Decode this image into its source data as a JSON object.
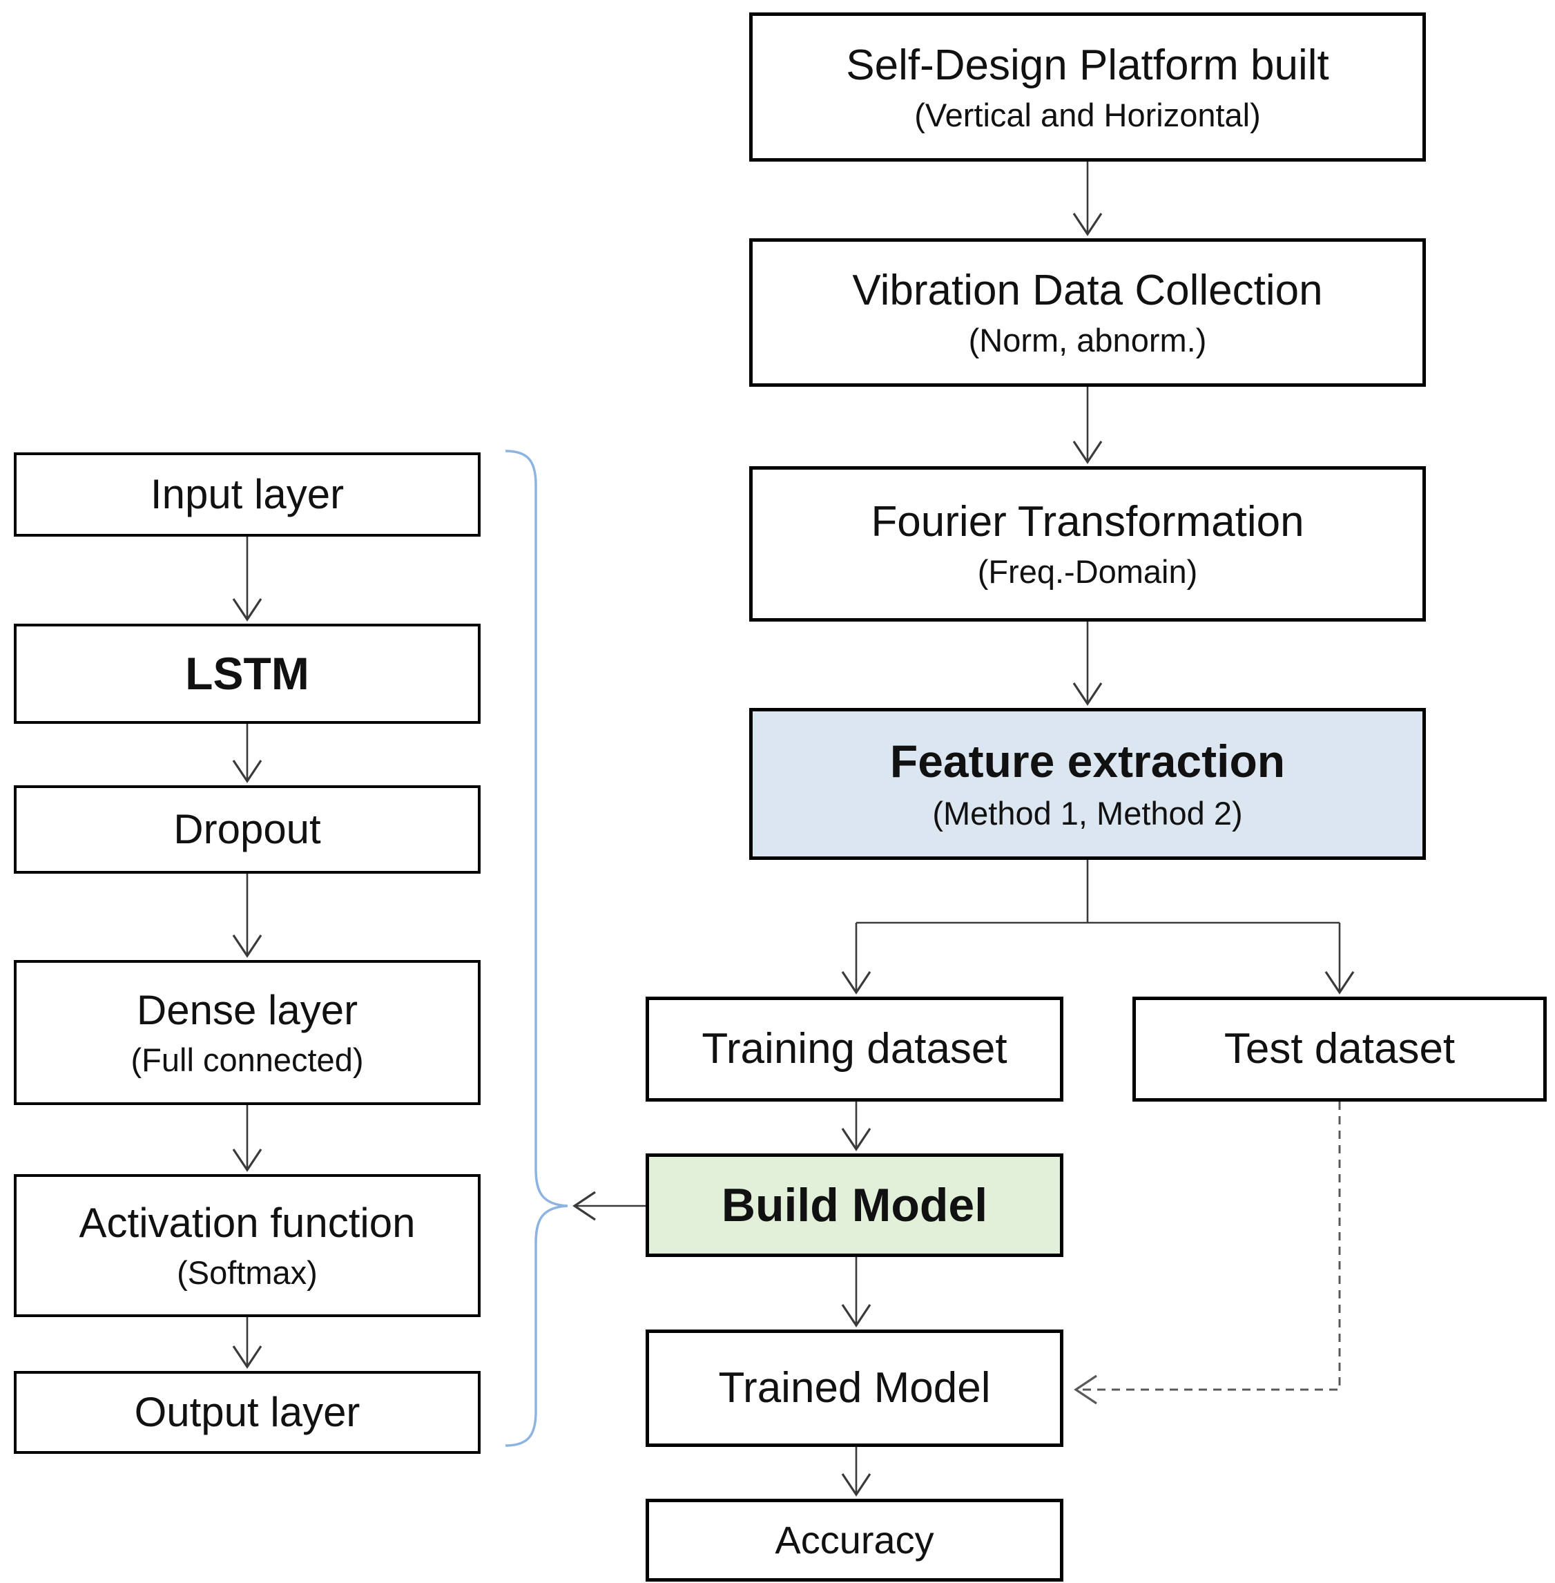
{
  "diagram": {
    "left_column": {
      "nodes": [
        {
          "label": "Input layer"
        },
        {
          "label": "LSTM"
        },
        {
          "label": "Dropout"
        },
        {
          "label": "Dense layer",
          "sublabel": "(Full connected)"
        },
        {
          "label": "Activation function",
          "sublabel": "(Softmax)"
        },
        {
          "label": "Output layer"
        }
      ]
    },
    "main_flow": {
      "nodes": [
        {
          "label": "Self-Design Platform built",
          "sublabel": "(Vertical and Horizontal)"
        },
        {
          "label": "Vibration Data Collection",
          "sublabel": "(Norm, abnorm.)"
        },
        {
          "label": "Fourier Transformation",
          "sublabel": "(Freq.-Domain)"
        },
        {
          "label": "Feature extraction",
          "sublabel": "(Method 1, Method 2)"
        },
        {
          "label": "Training dataset"
        },
        {
          "label": "Test dataset"
        },
        {
          "label": "Build Model"
        },
        {
          "label": "Trained Model"
        },
        {
          "label": "Accuracy"
        }
      ]
    },
    "colors": {
      "feature_extraction_fill": "#dce6f1",
      "build_model_fill": "#e2efd9",
      "brace_stroke": "#8db3e2",
      "connector_stroke": "#3a3a3a",
      "dashed_stroke": "#595959",
      "box_border": "#000000"
    }
  }
}
